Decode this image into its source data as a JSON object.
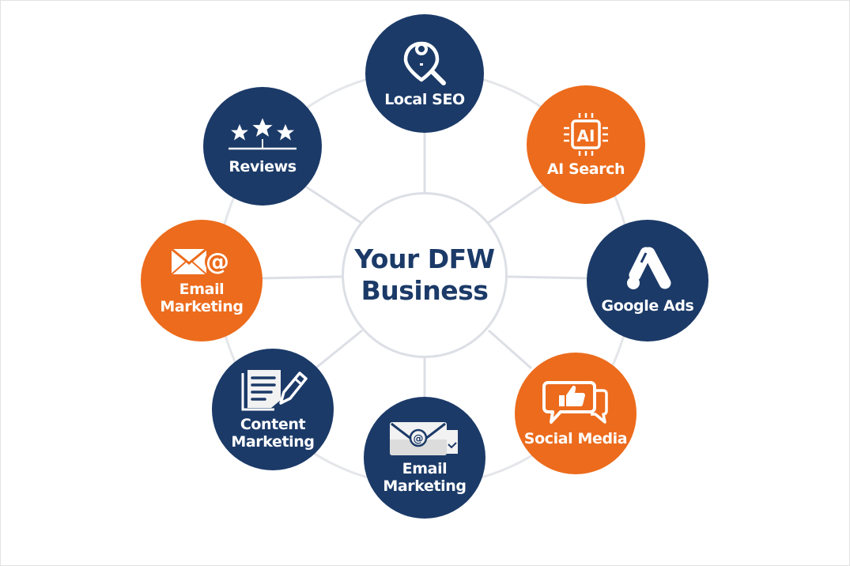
{
  "diagram": {
    "type": "hub-and-spoke",
    "colors": {
      "navy": "#1b3a68",
      "orange": "#ec6b1c",
      "connector": "#dcdfe5",
      "background": "#ffffff"
    },
    "hub": {
      "label": "Your DFW\nBusiness"
    },
    "nodes": [
      {
        "id": "local-seo",
        "label": "Local SEO",
        "icon": "location-search-icon",
        "color": "navy"
      },
      {
        "id": "ai-search",
        "label": "AI Search",
        "icon": "ai-chip-icon",
        "color": "orange"
      },
      {
        "id": "google-ads",
        "label": "Google Ads",
        "icon": "google-ads-icon",
        "color": "navy"
      },
      {
        "id": "social-media",
        "label": "Social Media",
        "icon": "thumbs-up-chat-icon",
        "color": "orange"
      },
      {
        "id": "email-marketing-bottom",
        "label": "Email\nMarketing",
        "icon": "envelope-at-icon",
        "color": "navy"
      },
      {
        "id": "content-marketing",
        "label": "Content\nMarketing",
        "icon": "document-pencil-icon",
        "color": "navy"
      },
      {
        "id": "email-marketing-left",
        "label": "Email\nMarketing",
        "icon": "envelope-at-icon",
        "color": "orange"
      },
      {
        "id": "reviews",
        "label": "Reviews",
        "icon": "three-stars-icon",
        "color": "navy"
      }
    ]
  }
}
